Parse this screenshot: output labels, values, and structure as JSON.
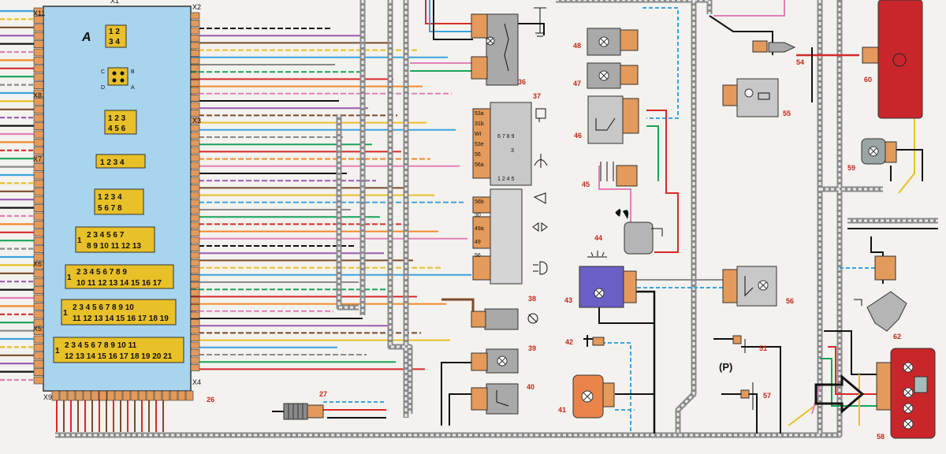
{
  "block": {
    "title": "A",
    "side_connectors": [
      "X11",
      "X8",
      "X7",
      "X6",
      "X5",
      "X9"
    ],
    "top_connectors": [
      "X1",
      "X2",
      "X3",
      "X4"
    ],
    "pinouts": [
      {
        "rows": [
          "1 2",
          "3 4"
        ]
      },
      {
        "rows": [
          "C",
          "D",
          "B",
          "A"
        ]
      },
      {
        "rows": [
          "1 2 3",
          "4 5 6"
        ]
      },
      {
        "rows": [
          "1 2 3 4"
        ]
      },
      {
        "rows": [
          "1 2 3 4",
          "5 6 7 8"
        ]
      },
      {
        "rows": [
          "2 3 4 5 6 7",
          "8 9 10 11 12 13"
        ],
        "lead": "1"
      },
      {
        "rows": [
          "2 3 4 5 6 7 8 9",
          "10 11 12 13 14 15 16 17"
        ],
        "lead": "1"
      },
      {
        "rows": [
          "2 3 4 5 6 7 8 9 10",
          "11 12 13 14 15 16 17 18 19"
        ],
        "lead": "1"
      },
      {
        "rows": [
          "2 3 4 5 6 7 8 9 10 11",
          "12 13 14 15 16 17 18 19 20 21"
        ],
        "lead": "1"
      }
    ]
  },
  "switch37": {
    "pins_left": [
      "53a",
      "31b",
      "WI",
      "53e",
      "56",
      "56a",
      "56b",
      "30",
      "49a",
      "49",
      "56"
    ],
    "pins_grid": [
      "6 7 8 9",
      "3",
      "1 2 4 5"
    ]
  },
  "components": [
    {
      "id": "26"
    },
    {
      "id": "27"
    },
    {
      "id": "36"
    },
    {
      "id": "37"
    },
    {
      "id": "38"
    },
    {
      "id": "39"
    },
    {
      "id": "40"
    },
    {
      "id": "41"
    },
    {
      "id": "42"
    },
    {
      "id": "43"
    },
    {
      "id": "44"
    },
    {
      "id": "45"
    },
    {
      "id": "46"
    },
    {
      "id": "47"
    },
    {
      "id": "48"
    },
    {
      "id": "51"
    },
    {
      "id": "54"
    },
    {
      "id": "55"
    },
    {
      "id": "56"
    },
    {
      "id": "57"
    },
    {
      "id": "58"
    },
    {
      "id": "59"
    },
    {
      "id": "60"
    },
    {
      "id": "62"
    }
  ],
  "parking_symbol": "(P)",
  "colors": {
    "block_fill": "#a8d4ee",
    "connector_fill": "#e8c028",
    "pin_fill": "#e39a5a",
    "harness": "#8a8a8a",
    "label_red": "#c4281c",
    "component_gray": "#a9a9a9",
    "lamp60": "#c8262a",
    "module43": "#6a5fc4",
    "arrow": "#111111"
  }
}
